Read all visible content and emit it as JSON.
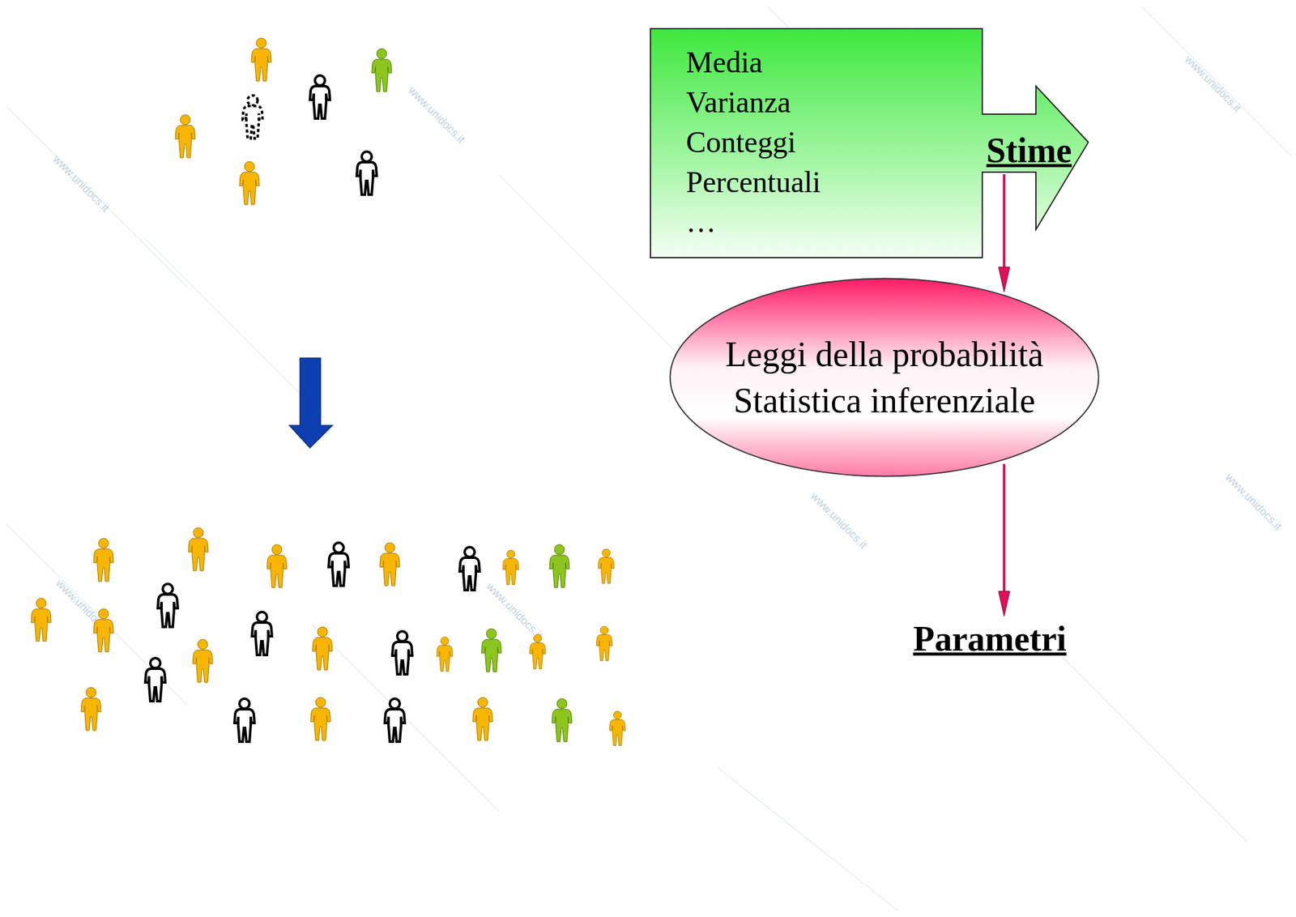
{
  "diagram": {
    "nodes": [
      {
        "text": [
          "Media",
          "Varianza",
          "Conteggi",
          "Percentuali",
          "…"
        ]
      },
      {
        "text": [
          "Stime"
        ]
      },
      {
        "text": [
          "Leggi della probabilità",
          "Statistica inferenziale"
        ]
      },
      {
        "text": [
          "Parametri"
        ]
      }
    ],
    "edges": [
      {
        "from": 1,
        "to": 2,
        "arrow": "to"
      },
      {
        "from": 2,
        "to": 3,
        "arrow": "to"
      }
    ],
    "labels": [
      "www.unidocs.it",
      "www.unidocs.it",
      "www.unidocs.it",
      "www.unidocs.it",
      "www.unidocs.it",
      "www.unidocs.it",
      "www.unidocs.it",
      "www.unidocs.it"
    ]
  }
}
